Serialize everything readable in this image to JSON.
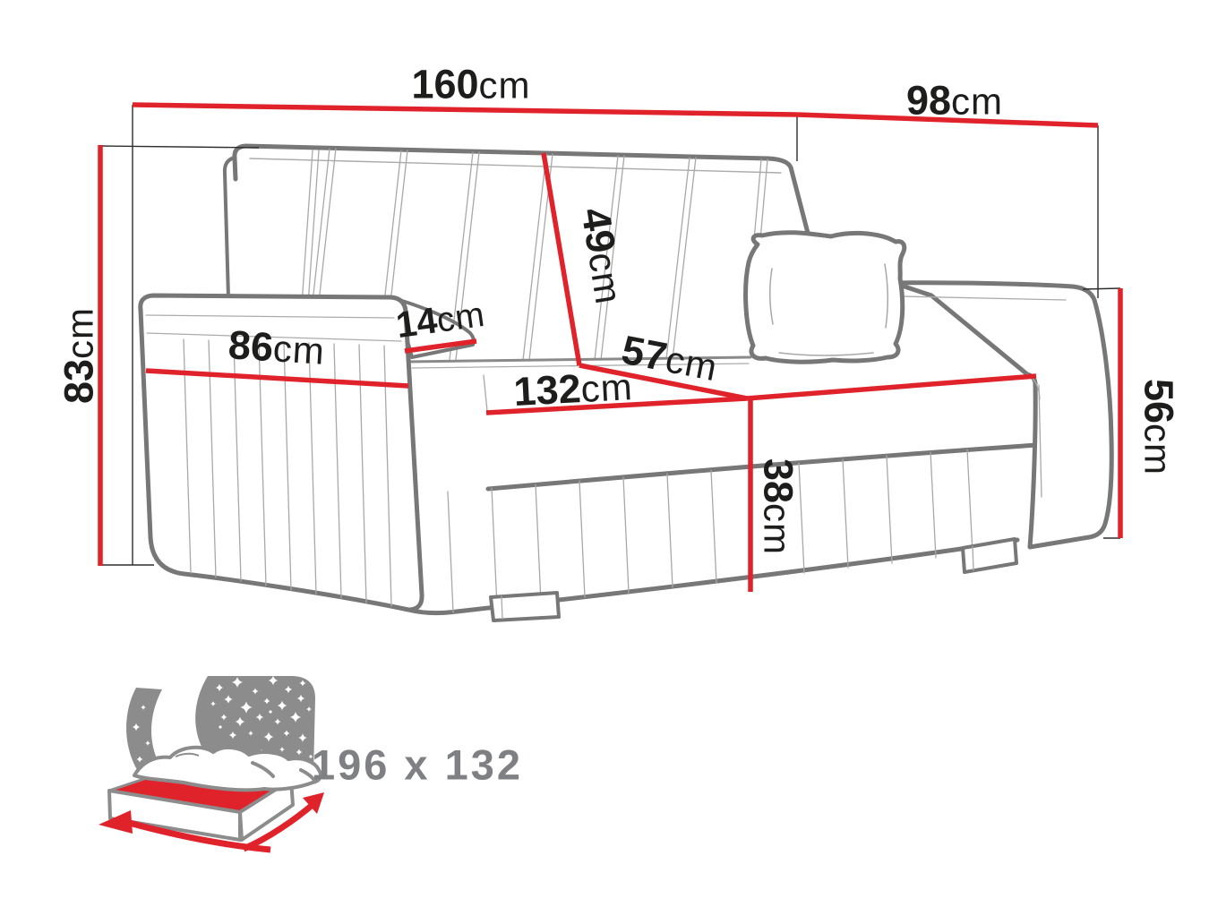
{
  "diagram": {
    "type": "sofa-dimension-drawing",
    "dimensions": {
      "total_width": {
        "value": "160",
        "unit": "cm"
      },
      "total_depth": {
        "value": "98",
        "unit": "cm"
      },
      "total_height": {
        "value": "83",
        "unit": "cm"
      },
      "backrest_height": {
        "value": "49",
        "unit": "cm"
      },
      "armrest_width": {
        "value": "14",
        "unit": "cm"
      },
      "armrest_depth": {
        "value": "86",
        "unit": "cm"
      },
      "seat_width": {
        "value": "132",
        "unit": "cm"
      },
      "seat_depth": {
        "value": "57",
        "unit": "cm"
      },
      "seat_height": {
        "value": "38",
        "unit": "cm"
      },
      "armrest_height": {
        "value": "56",
        "unit": "cm"
      }
    },
    "sleeping_area": {
      "label": "196 x 132"
    },
    "colors": {
      "dimension_red": "#e0222a",
      "outline_grey": "#777777",
      "thin_line_grey": "#a8a8a8",
      "extension_line_black": "#2e2e2e",
      "icon_grey": "#8c8c8c",
      "label_black": "#1d1d1b",
      "label_grey": "#7f8083",
      "background": "#ffffff"
    }
  }
}
